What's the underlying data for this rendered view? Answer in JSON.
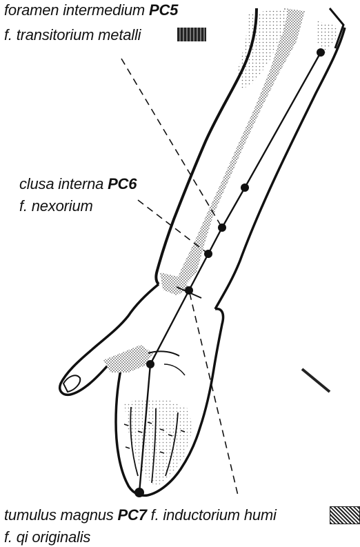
{
  "labels": {
    "pc5": {
      "line1_name": "foramen intermedium",
      "line1_code": "PC5",
      "line2": "f. transitorium metalli"
    },
    "pc6": {
      "line1_name": "clusa interna",
      "line1_code": "PC6",
      "line2": "f. nexorium"
    },
    "pc7": {
      "line1_name": "tumulus magnus",
      "line1_code": "PC7",
      "line1_suffix": "f. inductorium humi",
      "line2": "f. qi originalis"
    }
  },
  "colors": {
    "ink": "#111111",
    "shade": "#8a8a8a",
    "paper": "#ffffff"
  },
  "swatches": {
    "pc5": "metal-element-swatch",
    "pc7": "earth-element-swatch"
  }
}
